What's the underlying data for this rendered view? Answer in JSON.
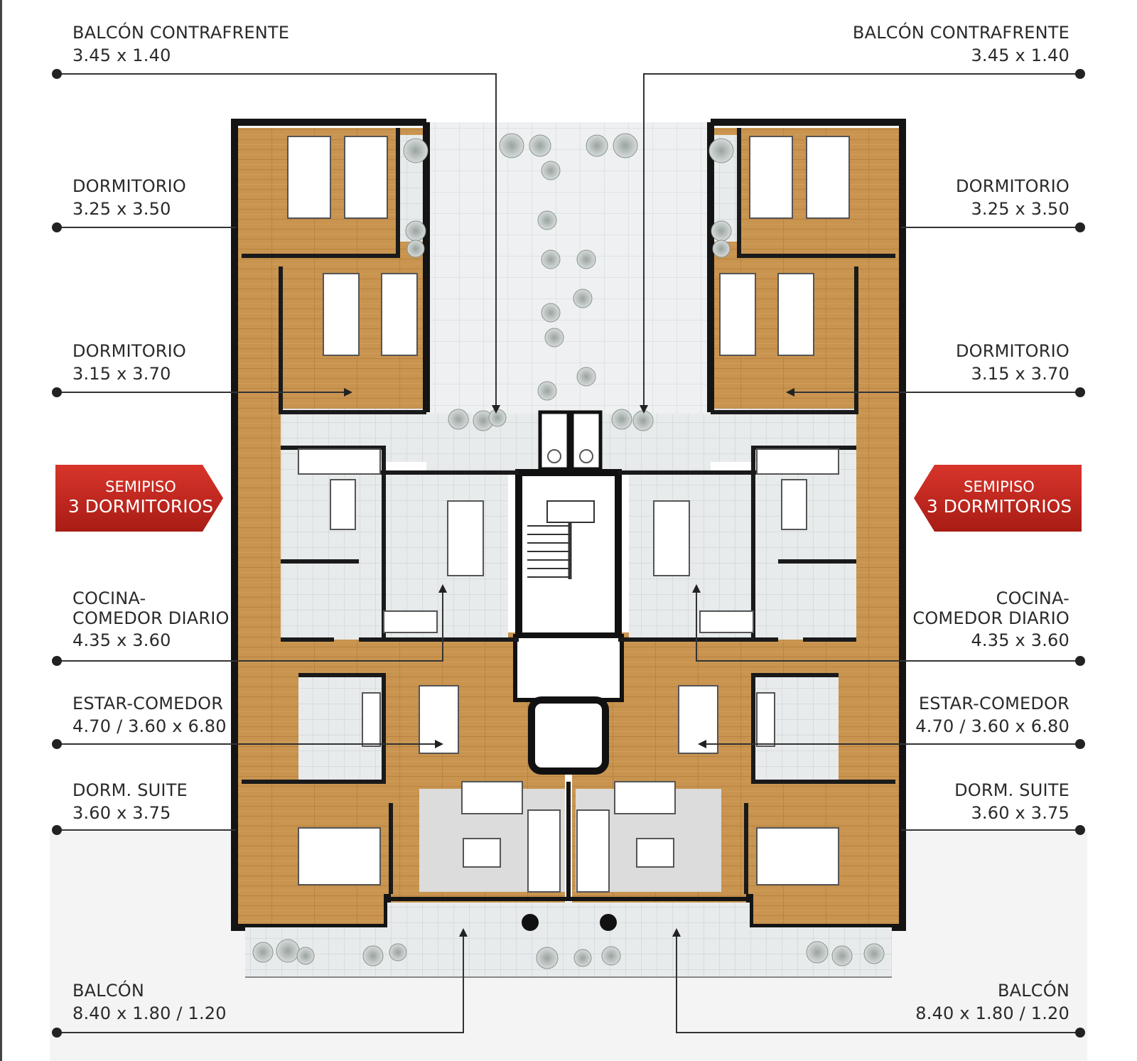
{
  "left": {
    "balcon_contrafrente": {
      "name": "BALCÓN CONTRAFRENTE",
      "dim": "3.45 x 1.40"
    },
    "dormitorio_1": {
      "name": "DORMITORIO",
      "dim": "3.25 x 3.50"
    },
    "dormitorio_2": {
      "name": "DORMITORIO",
      "dim": "3.15 x 3.70"
    },
    "badge": {
      "line1": "SEMIPISO",
      "line2": "3 DORMITORIOS"
    },
    "cocina": {
      "name1": "COCINA-",
      "name2": "COMEDOR DIARIO",
      "dim": "4.35 x 3.60"
    },
    "estar": {
      "name": "ESTAR-COMEDOR",
      "dim": "4.70 / 3.60 x 6.80"
    },
    "suite": {
      "name": "DORM. SUITE",
      "dim": "3.60 x 3.75"
    },
    "balcon": {
      "name": "BALCÓN",
      "dim": "8.40 x 1.80 / 1.20"
    }
  },
  "right": {
    "balcon_contrafrente": {
      "name": "BALCÓN CONTRAFRENTE",
      "dim": "3.45 x 1.40"
    },
    "dormitorio_1": {
      "name": "DORMITORIO",
      "dim": "3.25 x 3.50"
    },
    "dormitorio_2": {
      "name": "DORMITORIO",
      "dim": "3.15 x 3.70"
    },
    "badge": {
      "line1": "SEMIPISO",
      "line2": "3 DORMITORIOS"
    },
    "cocina": {
      "name1": "COCINA-",
      "name2": "COMEDOR DIARIO",
      "dim": "4.35 x 3.60"
    },
    "estar": {
      "name": "ESTAR-COMEDOR",
      "dim": "4.70 / 3.60 x 6.80"
    },
    "suite": {
      "name": "DORM. SUITE",
      "dim": "3.60 x 3.75"
    },
    "balcon": {
      "name": "BALCÓN",
      "dim": "8.40 x 1.80 / 1.20"
    }
  },
  "colors": {
    "wood": "#c8944f",
    "wall": "#1a1a1a",
    "tile": "#e6e9ea",
    "badge_red": "#c8281f",
    "leader_line": "#333333"
  }
}
